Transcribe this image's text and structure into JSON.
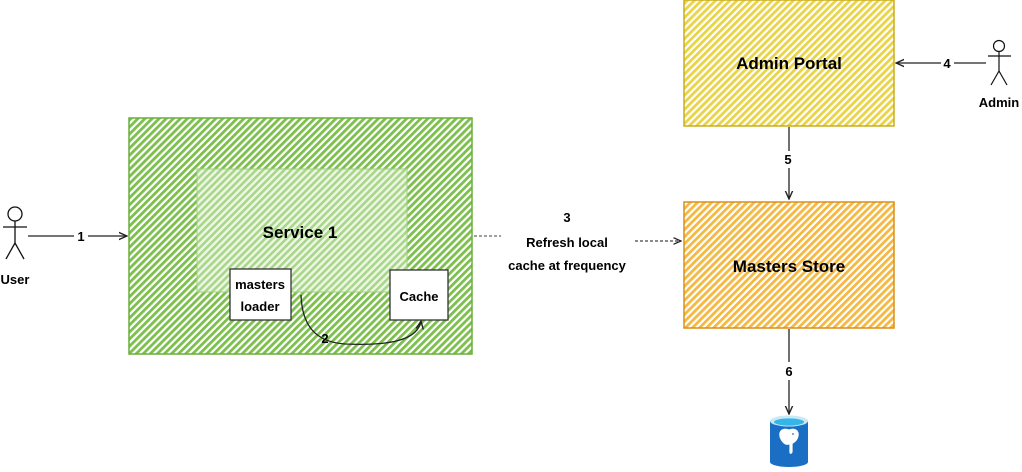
{
  "diagram": {
    "actors": {
      "user": {
        "label": "User"
      },
      "admin": {
        "label": "Admin"
      }
    },
    "nodes": {
      "service": {
        "label": "Service 1",
        "color": "#6aaf3a"
      },
      "masters_loader": {
        "line1": "masters",
        "line2": "loader"
      },
      "cache": {
        "label": "Cache"
      },
      "admin_portal": {
        "label": "Admin Portal",
        "color": "#e0c52f"
      },
      "masters_store": {
        "label": "Masters Store",
        "color": "#f0a92e"
      },
      "database": {
        "icon": "postgresql-database-icon",
        "color": "#1a6fc4"
      }
    },
    "edges": {
      "e1": {
        "label": "1",
        "from": "User",
        "to": "Service 1"
      },
      "e2": {
        "label": "2",
        "from": "masters loader",
        "to": "Cache"
      },
      "e3": {
        "label": "3",
        "line1": "Refresh local",
        "line2": "cache at frequency",
        "from": "Service 1",
        "to": "Masters Store",
        "style": "dashed"
      },
      "e4": {
        "label": "4",
        "from": "Admin",
        "to": "Admin Portal"
      },
      "e5": {
        "label": "5",
        "from": "Admin Portal",
        "to": "Masters Store"
      },
      "e6": {
        "label": "6",
        "from": "Masters Store",
        "to": "Database"
      }
    }
  }
}
